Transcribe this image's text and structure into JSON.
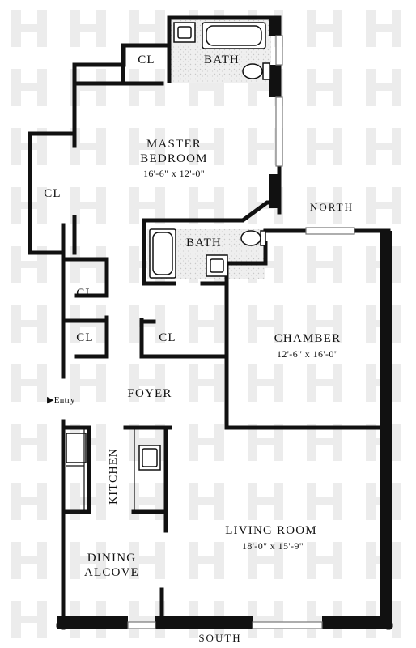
{
  "rooms": {
    "master_bedroom": {
      "line1": "MASTER",
      "line2": "BEDROOM",
      "dims": "16'-6\" x 12'-0\""
    },
    "bath_top": "BATH",
    "bath_mid": "BATH",
    "cl_top": "CL",
    "cl_left": "CL",
    "cl_mid1": "CL",
    "cl_mid2": "CL",
    "cl_center": "CL",
    "chamber": {
      "name": "CHAMBER",
      "dims": "12'-6\" x 16'-0\""
    },
    "foyer": "FOYER",
    "kitchen": "KITCHEN",
    "living_room": {
      "name": "LIVING ROOM",
      "dims": "18'-0\" x 15'-9\""
    },
    "dining_alcove": {
      "line1": "DINING",
      "line2": "ALCOVE"
    }
  },
  "entry": {
    "arrow": "▶",
    "label": "Entry"
  },
  "compass": {
    "north": "NORTH",
    "south": "SOUTH"
  },
  "colors": {
    "wall": "#111111",
    "watermark": "#ececec",
    "bath_fill": "#e7e7e7"
  }
}
